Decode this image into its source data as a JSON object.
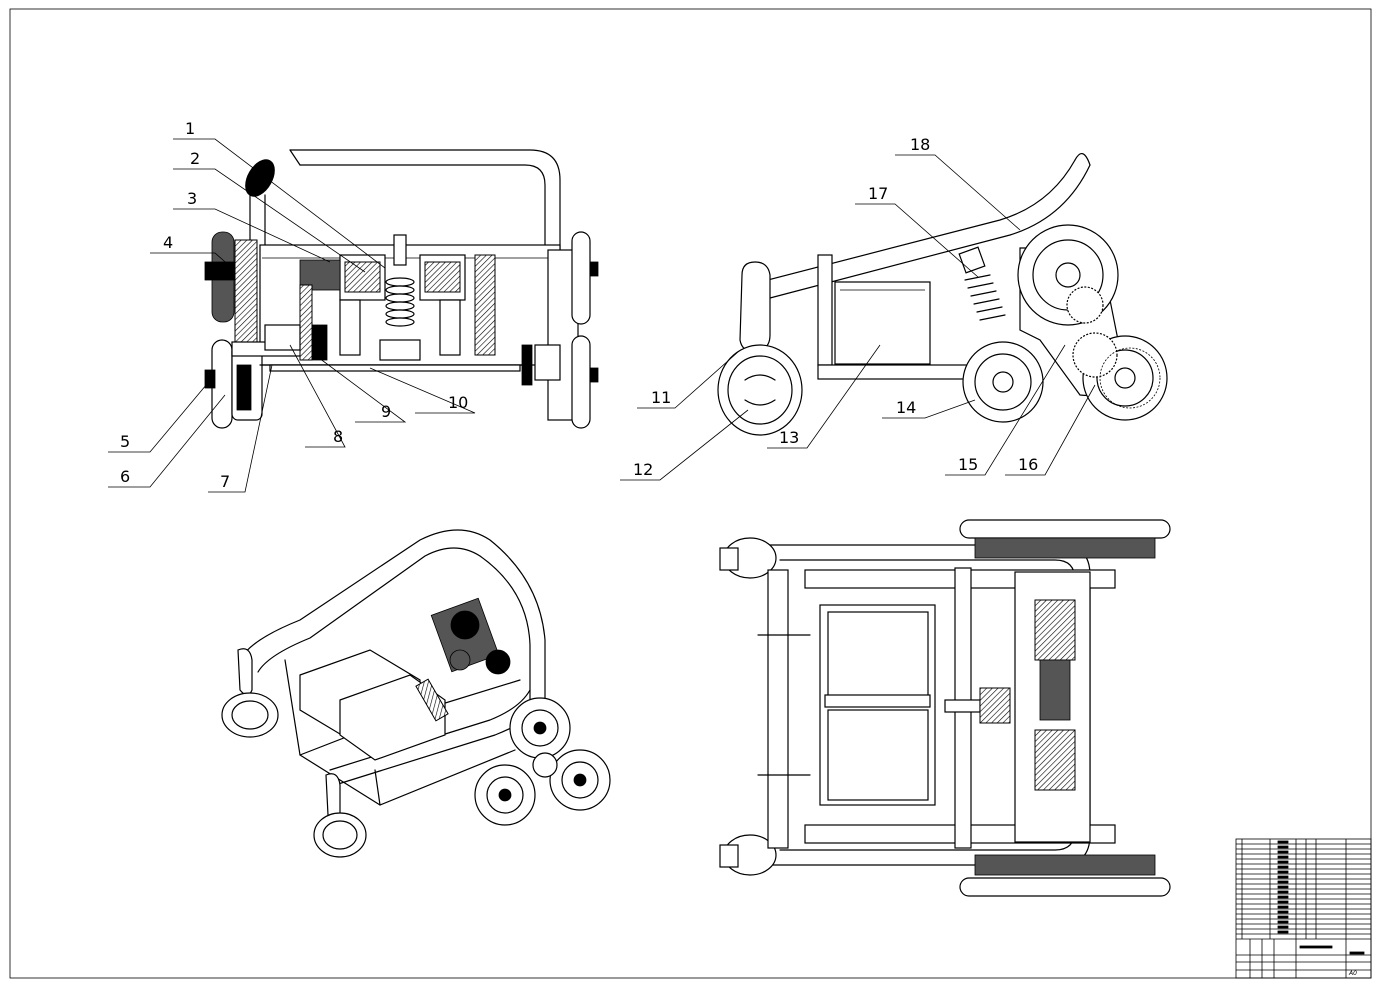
{
  "drawing": {
    "part_labels": [
      "1",
      "2",
      "3",
      "4",
      "5",
      "6",
      "7",
      "8",
      "9",
      "10",
      "11",
      "12",
      "13",
      "14",
      "15",
      "16",
      "17",
      "18"
    ],
    "title_block": {
      "sheet_size": "A0"
    }
  }
}
